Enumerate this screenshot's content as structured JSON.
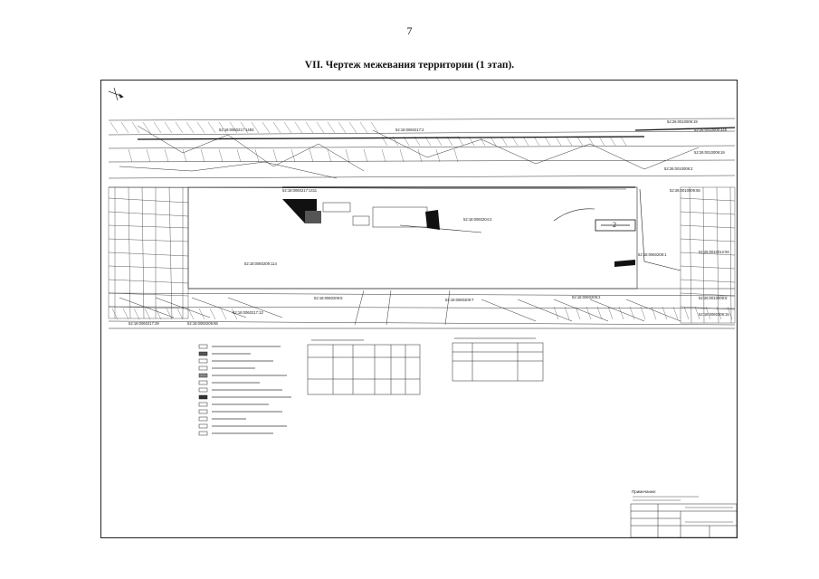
{
  "page_number": "7",
  "title": "VII. Чертеж межевания территории (1 этап).",
  "parcels": [
    "52:18:0060217:1493",
    "52:18:0060217:2",
    "52:26:0010009:19",
    "52:26:0010009:445",
    "52:26:0010009:19",
    "52:26:0010009:2",
    "52:18:0060217:1411",
    "52:26:0010009:56",
    "52:18:0060204:2",
    "52:18:0060208:1",
    "52:26:0010012:94",
    "52:18:0060209:114",
    "52:18:0060209:5",
    "52:18:0060209:7",
    "52:18:0060209:2",
    "52:26:0010009:8",
    "52:18:0060217:13",
    "52:18:0060209:15",
    "52:18:0060217:29",
    "52:18:0060209:68"
  ],
  "plot_number": "2",
  "notes_heading": "Примечание:"
}
